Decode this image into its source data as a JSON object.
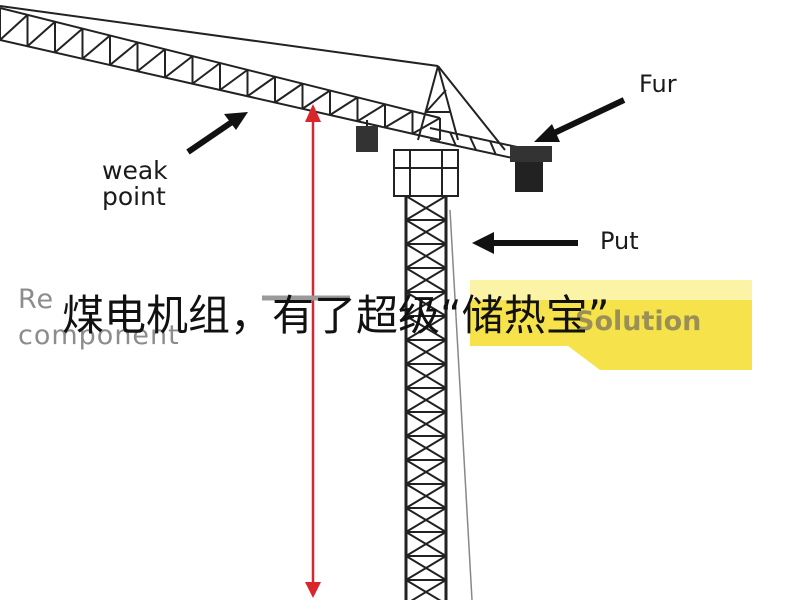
{
  "labels": {
    "weak_line1": "weak",
    "weak_line2": "point",
    "fur": "Fur",
    "put": "Put",
    "reinforce": "Re",
    "component": "component",
    "solution": "Solution"
  },
  "caption": "煤电机组，有了超级“储热宝”",
  "colors": {
    "structure": "#222222",
    "arrow": "#111111",
    "measure": "#d8262b",
    "highlight": "#f6e24a",
    "faded_text": "#8c8c8c"
  },
  "icons": {
    "crane": "tower-crane-illustration"
  }
}
